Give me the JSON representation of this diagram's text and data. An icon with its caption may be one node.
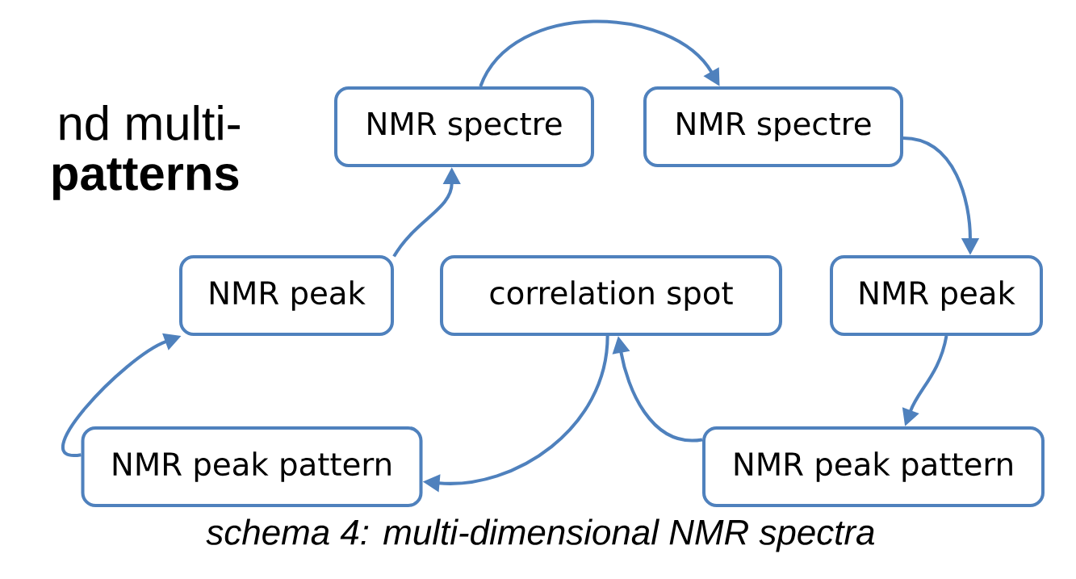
{
  "diagram": {
    "caption": "schema 4: multi-dimensional NMR spectra",
    "nodes": [
      {
        "text": [
          "NMR spectre"
        ]
      },
      {
        "text": [
          "NMR spectre"
        ]
      },
      {
        "text": [
          "NMR peak"
        ]
      },
      {
        "text": [
          "correlation spot"
        ]
      },
      {
        "text": [
          "NMR peak"
        ]
      },
      {
        "text": [
          "NMR peak pattern"
        ]
      },
      {
        "text": [
          "NMR peak pattern"
        ]
      }
    ],
    "edges": [
      {
        "from": 0,
        "to": 1,
        "arrow": "to"
      },
      {
        "from": 1,
        "to": 4,
        "arrow": "to"
      },
      {
        "from": 4,
        "to": 6,
        "arrow": "to"
      },
      {
        "from": 6,
        "to": 3,
        "arrow": "to"
      },
      {
        "from": 3,
        "to": 5,
        "arrow": "to"
      },
      {
        "from": 5,
        "to": 2,
        "arrow": "to"
      },
      {
        "from": 2,
        "to": 0,
        "arrow": "to"
      }
    ],
    "labels": [
      "nd multi-",
      "patterns"
    ]
  }
}
